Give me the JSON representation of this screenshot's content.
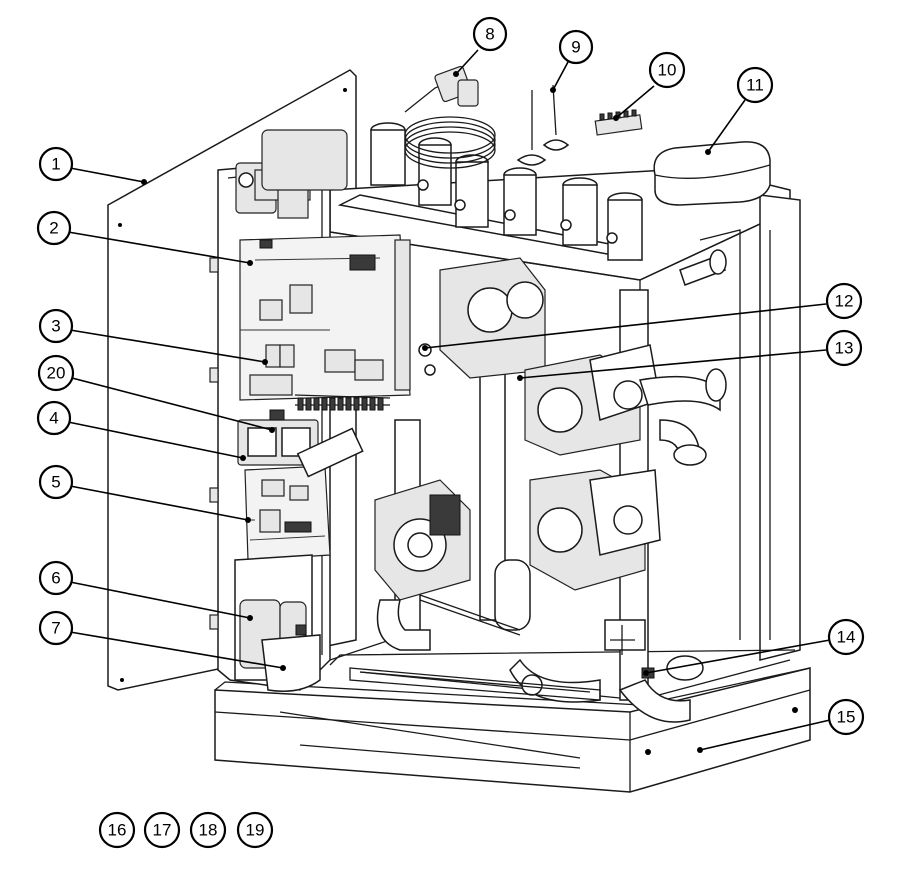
{
  "diagram": {
    "callouts": [
      {
        "id": "c1",
        "label": "1"
      },
      {
        "id": "c2",
        "label": "2"
      },
      {
        "id": "c3",
        "label": "3"
      },
      {
        "id": "c20",
        "label": "20"
      },
      {
        "id": "c4",
        "label": "4"
      },
      {
        "id": "c5",
        "label": "5"
      },
      {
        "id": "c6",
        "label": "6"
      },
      {
        "id": "c7",
        "label": "7"
      },
      {
        "id": "c8",
        "label": "8"
      },
      {
        "id": "c9",
        "label": "9"
      },
      {
        "id": "c10",
        "label": "10"
      },
      {
        "id": "c11",
        "label": "11"
      },
      {
        "id": "c12",
        "label": "12"
      },
      {
        "id": "c13",
        "label": "13"
      },
      {
        "id": "c14",
        "label": "14"
      },
      {
        "id": "c15",
        "label": "15"
      },
      {
        "id": "c16",
        "label": "16"
      },
      {
        "id": "c17",
        "label": "17"
      },
      {
        "id": "c18",
        "label": "18"
      },
      {
        "id": "c19",
        "label": "19"
      }
    ]
  }
}
